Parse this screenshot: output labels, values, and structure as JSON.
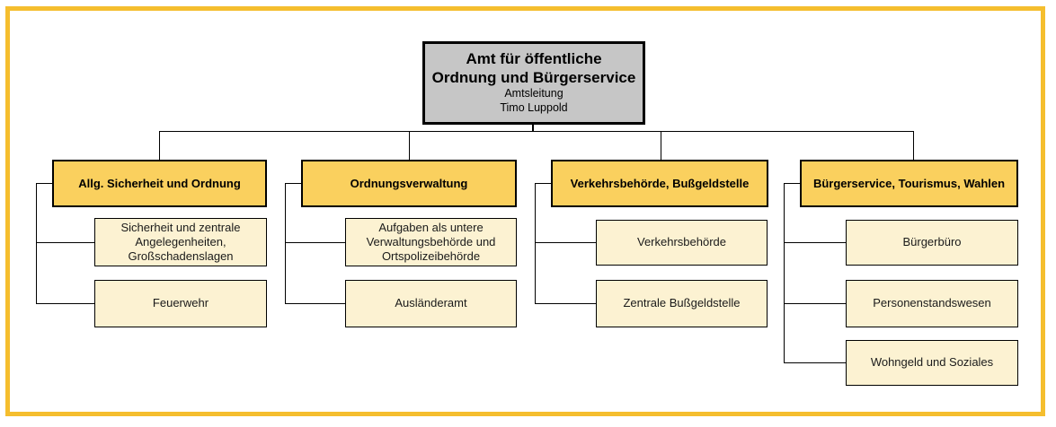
{
  "colors": {
    "frame_border": "#F5BE2E",
    "root_fill": "#C6C6C6",
    "department_fill": "#FAD05E",
    "unit_fill": "#FCF2D2",
    "connector": "#000000",
    "text": "#000000"
  },
  "org": {
    "root": {
      "title_line1": "Amt für öffentliche",
      "title_line2": "Ordnung und Bürgerservice",
      "role": "Amtsleitung",
      "person": "Timo Luppold"
    },
    "departments": [
      {
        "title": "Allg. Sicherheit und Ordnung",
        "units": [
          "Sicherheit und zentrale Angelegenheiten, Großschadenslagen",
          "Feuerwehr"
        ]
      },
      {
        "title": "Ordnungsverwaltung",
        "units": [
          "Aufgaben als untere Verwaltungsbehörde und Ortspolizeibehörde",
          "Ausländeramt"
        ]
      },
      {
        "title": "Verkehrsbehörde, Bußgeldstelle",
        "units": [
          "Verkehrsbehörde",
          "Zentrale Bußgeldstelle"
        ]
      },
      {
        "title": "Bürgerservice, Tourismus, Wahlen",
        "units": [
          "Bürgerbüro",
          "Personenstandswesen",
          "Wohngeld und Soziales"
        ]
      }
    ]
  }
}
